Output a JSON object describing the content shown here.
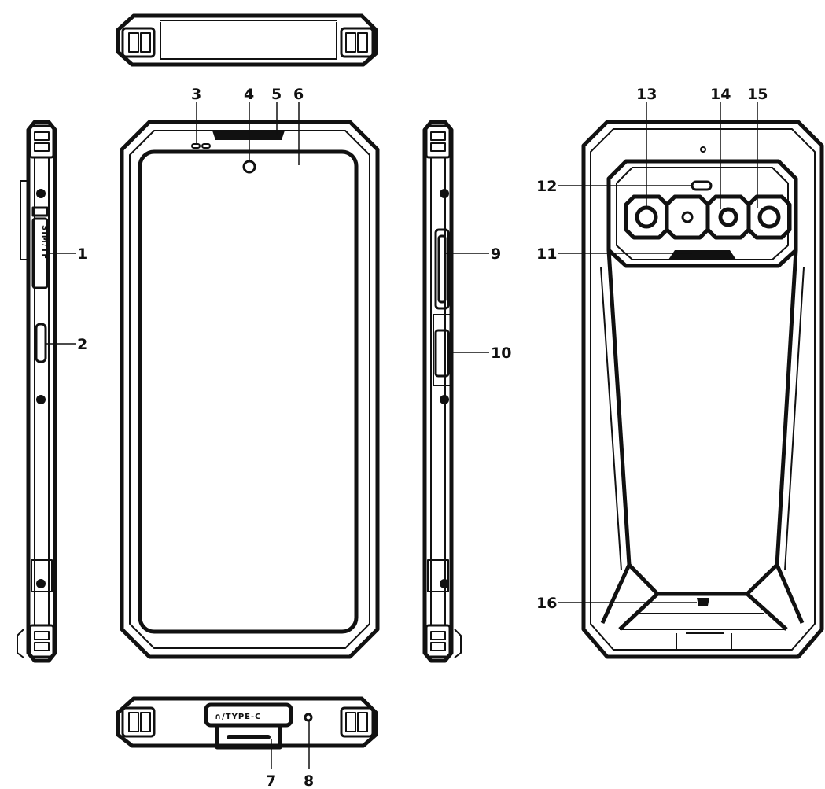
{
  "callouts": {
    "c1": "1",
    "c2": "2",
    "c3": "3",
    "c4": "4",
    "c5": "5",
    "c6": "6",
    "c7": "7",
    "c8": "8",
    "c9": "9",
    "c10": "10",
    "c11": "11",
    "c12": "12",
    "c13": "13",
    "c14": "14",
    "c15": "15",
    "c16": "16"
  },
  "side_slot_text": "SIM/TF",
  "bottom_port_text": "∩/TYPE-C"
}
